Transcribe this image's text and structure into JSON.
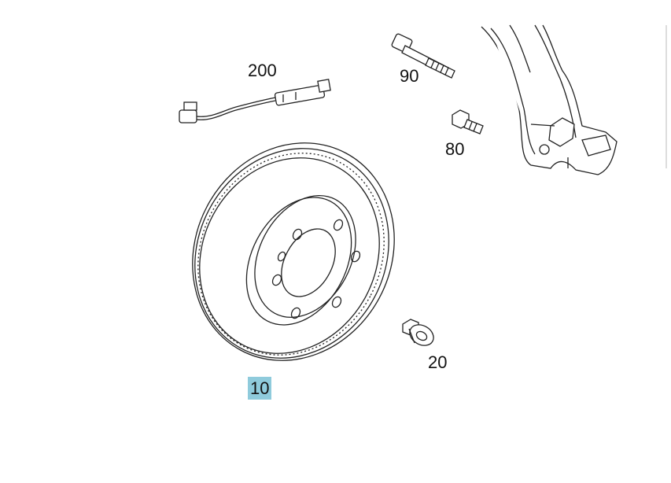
{
  "callouts": {
    "wear_sensor": "200",
    "bolt": "90",
    "short_bolt": "80",
    "screw": "20",
    "disc": "10"
  },
  "highlight_color": "#8fcbdc",
  "line_color": "#222222"
}
